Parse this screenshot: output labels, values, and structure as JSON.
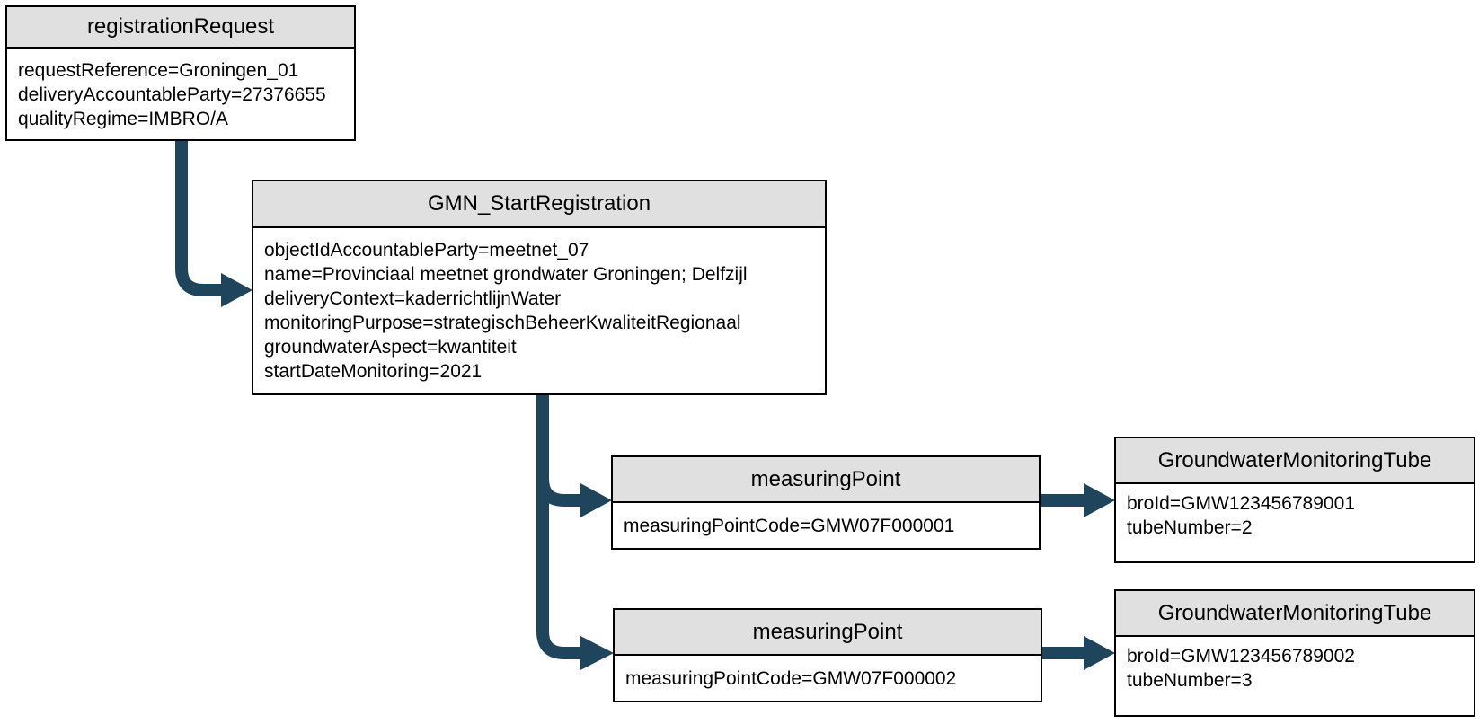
{
  "colors": {
    "arrow": "#1f455c",
    "node_header_bg": "#e0e0e0",
    "node_border": "#000000",
    "canvas_bg": "#ffffff"
  },
  "nodes": {
    "registration_request": {
      "title": "registrationRequest",
      "attributes": [
        "requestReference=Groningen_01",
        "deliveryAccountableParty=27376655",
        "qualityRegime=IMBRO/A"
      ]
    },
    "gmn_start_registration": {
      "title": "GMN_StartRegistration",
      "attributes": [
        "objectIdAccountableParty=meetnet_07",
        "name=Provinciaal meetnet grondwater Groningen; Delfzijl",
        "deliveryContext=kaderrichtlijnWater",
        "monitoringPurpose=strategischBeheerKwaliteitRegionaal",
        "groundwaterAspect=kwantiteit",
        "startDateMonitoring=2021"
      ]
    },
    "measuring_point_1": {
      "title": "measuringPoint",
      "attributes": [
        "measuringPointCode=GMW07F000001"
      ]
    },
    "groundwater_monitoring_tube_1": {
      "title": "GroundwaterMonitoringTube",
      "attributes": [
        "broId=GMW123456789001",
        "tubeNumber=2"
      ]
    },
    "measuring_point_2": {
      "title": "measuringPoint",
      "attributes": [
        "measuringPointCode=GMW07F000002"
      ]
    },
    "groundwater_monitoring_tube_2": {
      "title": "GroundwaterMonitoringTube",
      "attributes": [
        "broId=GMW123456789002",
        "tubeNumber=3"
      ]
    }
  },
  "edges": [
    {
      "from": "registrationRequest",
      "to": "GMN_StartRegistration"
    },
    {
      "from": "GMN_StartRegistration",
      "to": "measuringPoint (GMW07F000001)"
    },
    {
      "from": "GMN_StartRegistration",
      "to": "measuringPoint (GMW07F000002)"
    },
    {
      "from": "measuringPoint (GMW07F000001)",
      "to": "GroundwaterMonitoringTube (GMW123456789001)"
    },
    {
      "from": "measuringPoint (GMW07F000002)",
      "to": "GroundwaterMonitoringTube (GMW123456789002)"
    }
  ]
}
